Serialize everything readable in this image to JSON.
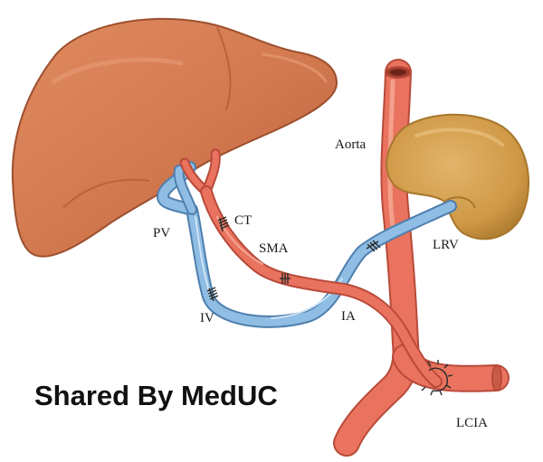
{
  "labels": {
    "aorta": "Aorta",
    "ct": "CT",
    "pv": "PV",
    "sma": "SMA",
    "lrv": "LRV",
    "iv": "IV",
    "ia": "IA",
    "lcia": "LCIA"
  },
  "watermark": "Shared By MedUC",
  "colors": {
    "liver": "#d2784f",
    "liver_shade": "#b55f3a",
    "artery": "#e9735e",
    "artery_dark": "#b84a3a",
    "vein": "#8fbde3",
    "vein_dark": "#4f7fae",
    "kidney": "#d4a04e",
    "kidney_dark": "#a8772c"
  },
  "icons": {
    "anastomosis": "suture-hatch"
  }
}
